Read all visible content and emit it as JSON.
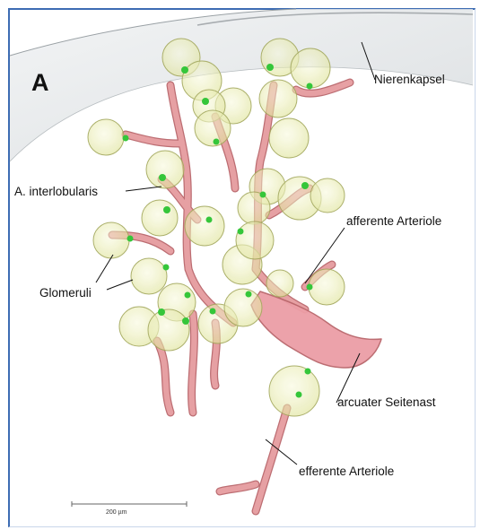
{
  "panel_label": "A",
  "labels": {
    "capsule": "Nierenkapsel",
    "interlobular": "A. interlobularis",
    "afferent": "afferente Arteriole",
    "glomeruli": "Glomeruli",
    "arcuate": "arcuater Seitenast",
    "efferent": "efferente Arteriole"
  },
  "scale_bar": {
    "label": "200 µm"
  },
  "colors": {
    "frame": "#3d6cb3",
    "vessel": "#e9a3a6",
    "vessel_edge": "#b9666b",
    "glomerulus": "#eef0b8",
    "glomerulus_edge": "#a3a85c",
    "cluster": "#35c63a",
    "capsule": "#dfe3e5"
  }
}
